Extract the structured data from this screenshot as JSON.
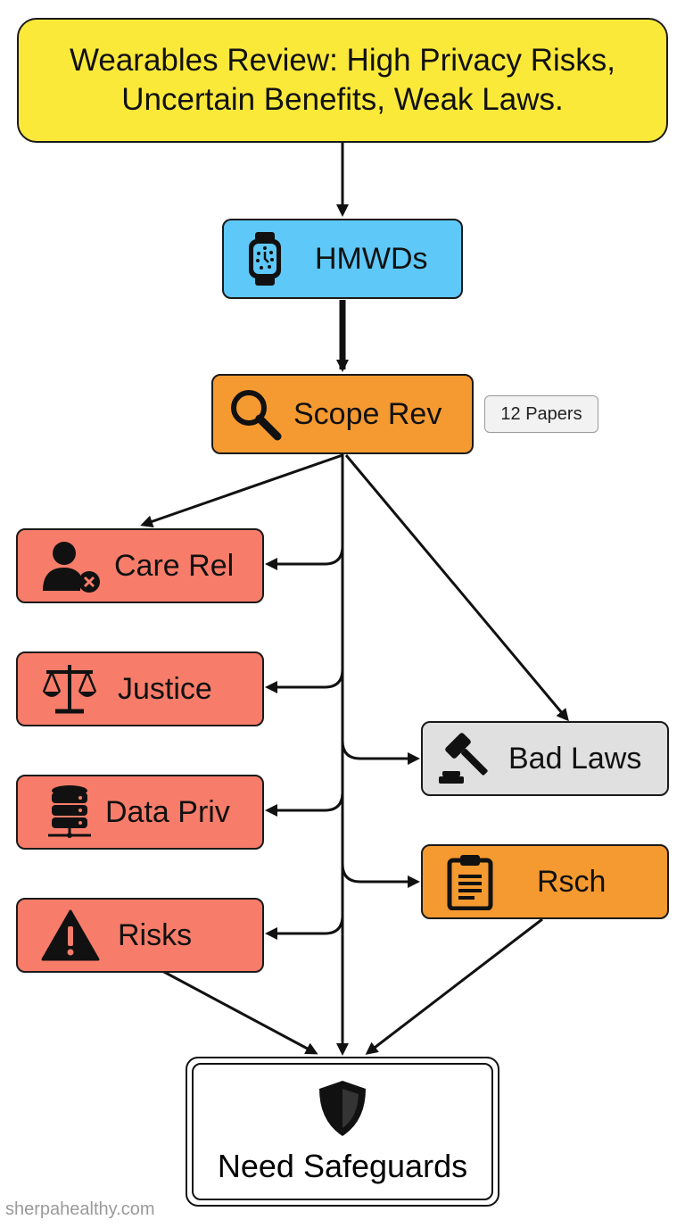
{
  "title": {
    "line1": "Wearables Review: High Privacy Risks,",
    "line2": "Uncertain Benefits, Weak Laws."
  },
  "nodes": {
    "hmwds": {
      "label": "HMWDs",
      "icon": "smartwatch-icon",
      "color": "#5ec8f8"
    },
    "scope": {
      "label": "Scope Rev",
      "icon": "magnifier-icon",
      "color": "#f59a30",
      "badge": "12 Papers"
    },
    "care": {
      "label": "Care Rel",
      "icon": "user-remove-icon",
      "color": "#f77d6a"
    },
    "justice": {
      "label": "Justice",
      "icon": "scales-icon",
      "color": "#f77d6a"
    },
    "data": {
      "label": "Data Priv",
      "icon": "database-icon",
      "color": "#f77d6a"
    },
    "risks": {
      "label": "Risks",
      "icon": "warning-icon",
      "color": "#f77d6a"
    },
    "laws": {
      "label": "Bad Laws",
      "icon": "gavel-icon",
      "color": "#e0e0e0"
    },
    "rsch": {
      "label": "Rsch",
      "icon": "clipboard-icon",
      "color": "#f59a30"
    },
    "final": {
      "label": "Need Safeguards",
      "icon": "shield-icon"
    }
  },
  "colors": {
    "title_bg": "#fbe93a",
    "stroke": "#1a1a1a"
  },
  "watermark": "sherpahealthy.com"
}
